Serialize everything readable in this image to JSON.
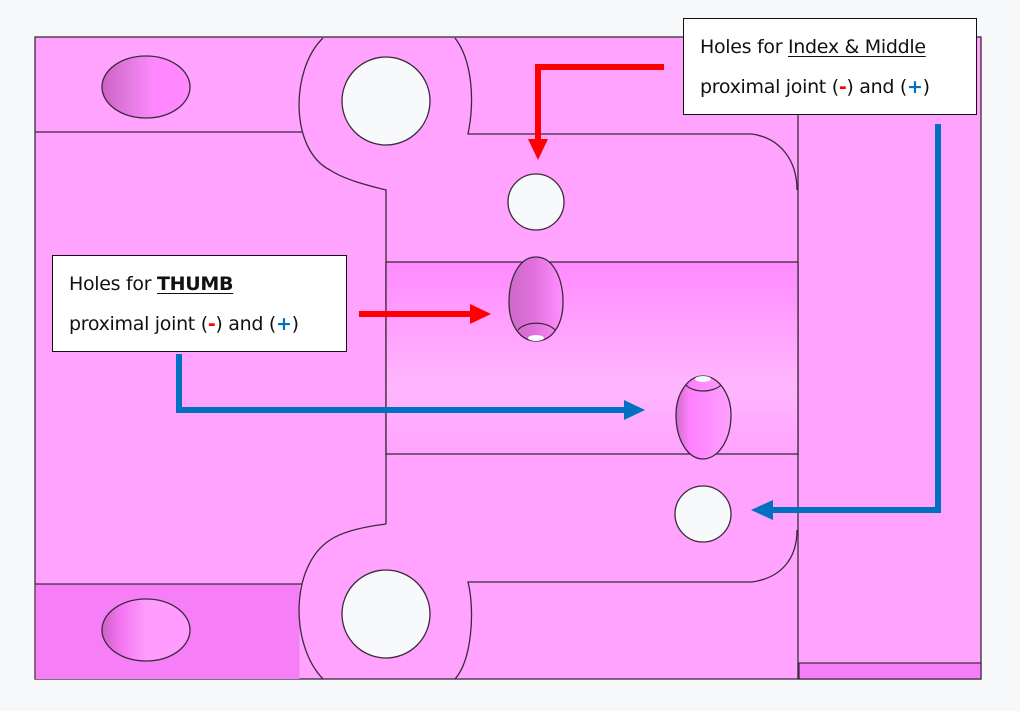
{
  "diagram": {
    "subject": "Pink mechanical part, top view, with labeled joint holes",
    "colors": {
      "part_fill": "#ffa3fe",
      "part_fill_dark": "#f67ef6",
      "channel_fill_top": "#ff8afe",
      "channel_fill_light": "#ffb3fe",
      "hole_fill": "#f7f9fb",
      "outline": "#3a2a3a",
      "minus_arrow": "#ff0000",
      "plus_arrow": "#0070c0",
      "background": "#f7f8fa"
    },
    "callouts": [
      {
        "id": "index-middle",
        "line1_prefix": "Holes for ",
        "line1_emphasis": "Index & Middle",
        "line2_prefix": "proximal joint (",
        "minus_symbol": "-",
        "line2_mid": ") and (",
        "plus_symbol": "+",
        "line2_suffix": ")"
      },
      {
        "id": "thumb",
        "line1_prefix": "Holes for ",
        "line1_emphasis": "THUMB",
        "line2_prefix": "proximal joint (",
        "minus_symbol": "-",
        "line2_mid": ") and (",
        "plus_symbol": "+",
        "line2_suffix": ")"
      }
    ],
    "arrows": [
      {
        "name": "index-minus-arrow",
        "polarity": "minus",
        "target": "index-middle-minus-hole"
      },
      {
        "name": "index-plus-arrow",
        "polarity": "plus",
        "target": "index-middle-plus-hole"
      },
      {
        "name": "thumb-minus-arrow",
        "polarity": "minus",
        "target": "thumb-minus-hole"
      },
      {
        "name": "thumb-plus-arrow",
        "polarity": "plus",
        "target": "thumb-plus-hole"
      }
    ]
  }
}
